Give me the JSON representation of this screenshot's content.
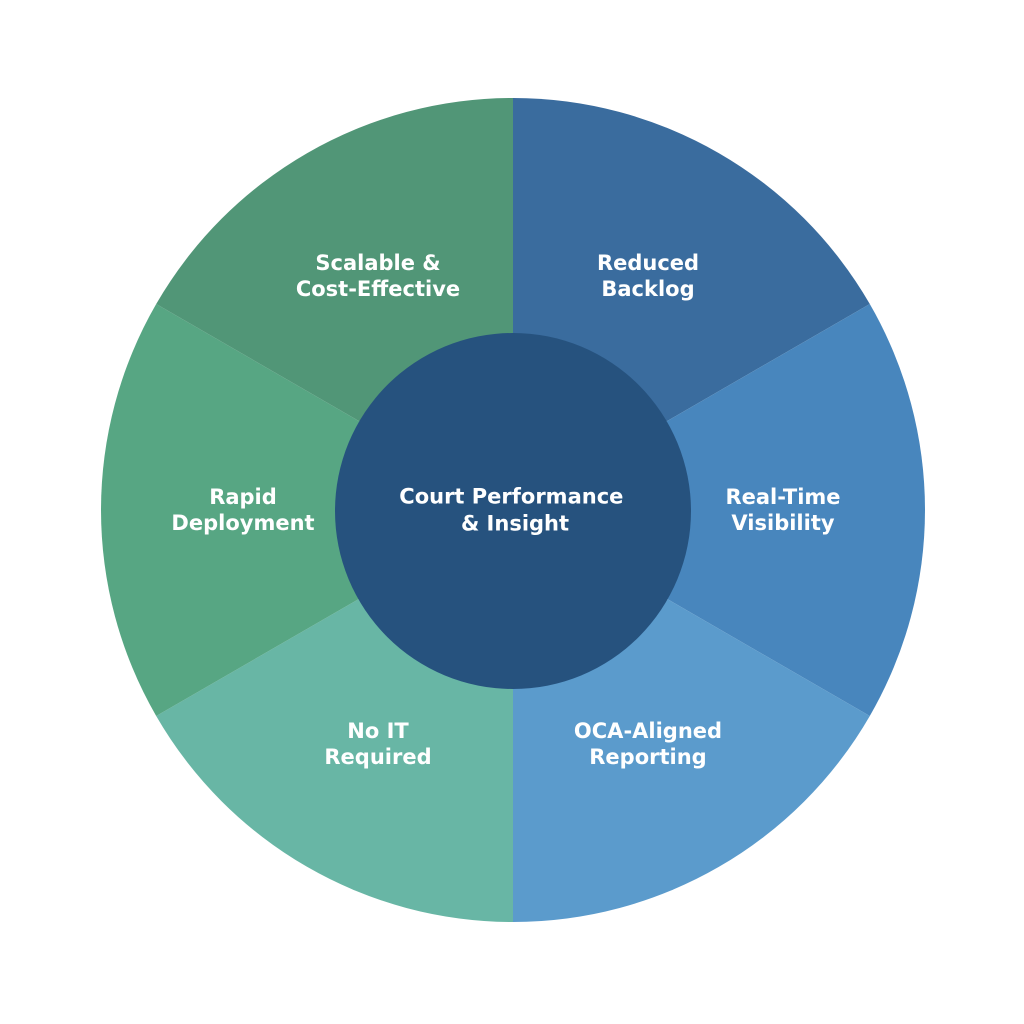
{
  "center": {
    "lines": [
      "Court Performance",
      "& Insight"
    ],
    "color": "#26527e"
  },
  "segments": [
    {
      "id": "reduced-backlog",
      "lines": [
        "Reduced",
        "Backlog"
      ],
      "color": "#3a6c9e"
    },
    {
      "id": "real-time-visibility",
      "lines": [
        "Real-Time",
        "Visibility"
      ],
      "color": "#4886bd"
    },
    {
      "id": "oca-aligned-reporting",
      "lines": [
        "OCA-Aligned",
        "Reporting"
      ],
      "color": "#5b9bcc"
    },
    {
      "id": "no-it-required",
      "lines": [
        "No IT",
        "Required"
      ],
      "color": "#68b6a5"
    },
    {
      "id": "rapid-deployment",
      "lines": [
        "Rapid",
        "Deployment"
      ],
      "color": "#57a683"
    },
    {
      "id": "scalable-cost-effective",
      "lines": [
        "Scalable &",
        "Cost-Effective"
      ],
      "color": "#519677"
    }
  ]
}
